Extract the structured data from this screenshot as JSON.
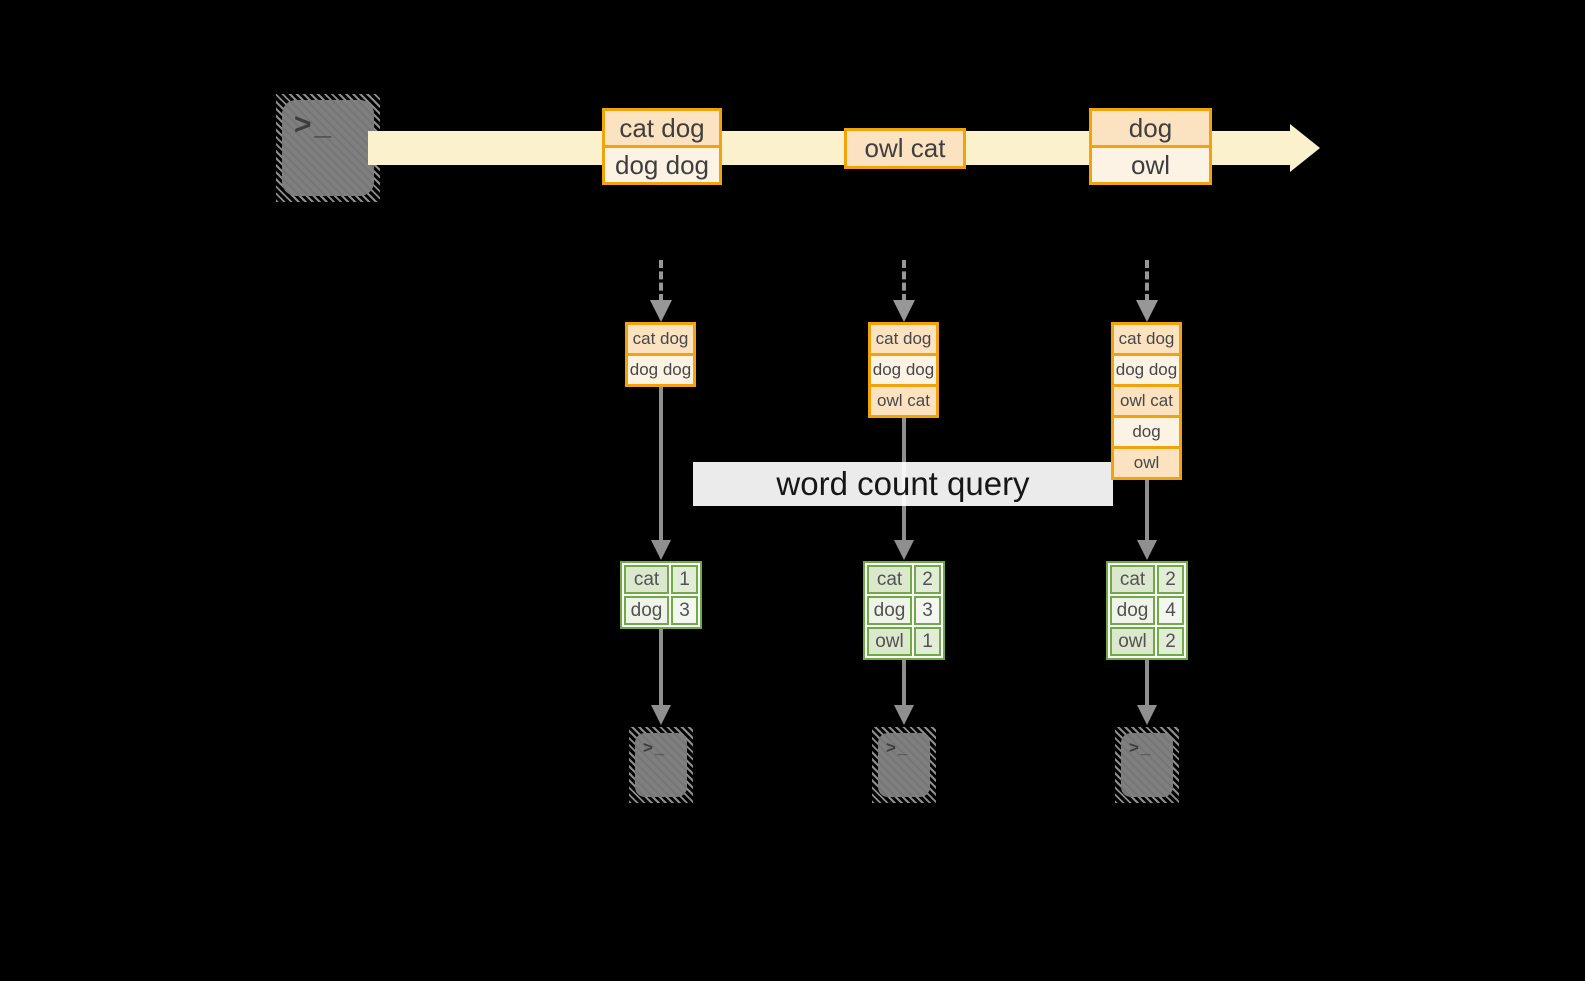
{
  "terminal": {
    "glyph": ">_"
  },
  "banner": {
    "label": "word count query"
  },
  "stream": {
    "events": [
      {
        "lines": [
          "cat dog",
          "dog dog"
        ]
      },
      {
        "lines": [
          "owl cat"
        ]
      },
      {
        "lines": [
          "dog",
          "owl"
        ]
      }
    ]
  },
  "columns": [
    {
      "batch": [
        "cat dog",
        "dog dog"
      ],
      "counts": [
        {
          "word": "cat",
          "count": "1"
        },
        {
          "word": "dog",
          "count": "3"
        }
      ]
    },
    {
      "batch": [
        "cat dog",
        "dog dog",
        "owl cat"
      ],
      "counts": [
        {
          "word": "cat",
          "count": "2"
        },
        {
          "word": "dog",
          "count": "3"
        },
        {
          "word": "owl",
          "count": "1"
        }
      ]
    },
    {
      "batch": [
        "cat dog",
        "dog dog",
        "owl cat",
        "dog",
        "owl"
      ],
      "counts": [
        {
          "word": "cat",
          "count": "2"
        },
        {
          "word": "dog",
          "count": "4"
        },
        {
          "word": "owl",
          "count": "2"
        }
      ]
    }
  ],
  "colors": {
    "background": "#000000",
    "accent_orange": "#f0a30a",
    "stream_band": "#fcf1cd",
    "event_fill_dark": "#fbe3c2",
    "event_fill_light": "#fdf3e4",
    "green_border": "#6faa47",
    "table_fill_dark": "#dbe8cd",
    "table_fill_light": "#eef4e8",
    "arrow_gray": "#8f8f8f",
    "terminal_gray": "#7f7f7f",
    "banner_bg": "#ffffff"
  }
}
